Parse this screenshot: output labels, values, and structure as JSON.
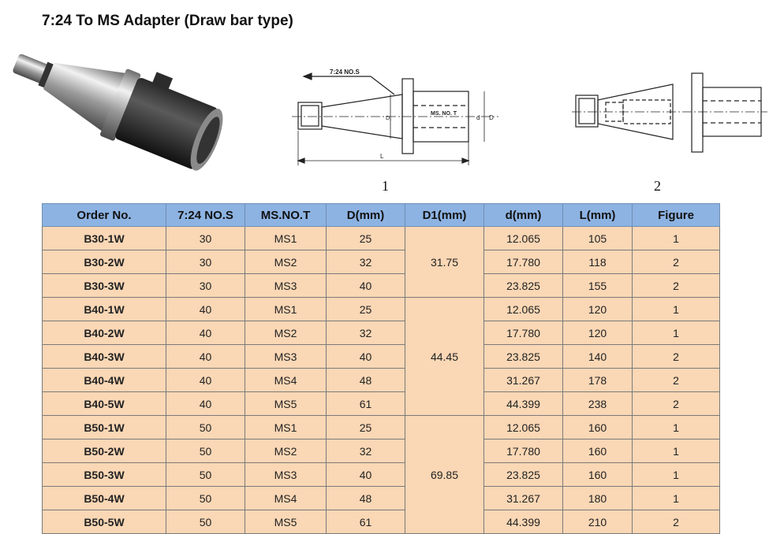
{
  "title": "7:24 To MS Adapter  (Draw bar type)",
  "drawing1": {
    "figure_label": "1",
    "label_taper": "7:24 NO.S",
    "label_ms": "MS. NO. T",
    "label_d1": "D₁",
    "label_d": "d",
    "label_D": "D",
    "label_L": "L"
  },
  "drawing2": {
    "figure_label": "2"
  },
  "table": {
    "headers": [
      "Order No.",
      "7:24 NO.S",
      "MS.NO.T",
      "D(mm)",
      "D1(mm)",
      "d(mm)",
      "L(mm)",
      "Figure"
    ],
    "d1_groups": [
      "31.75",
      "44.45",
      "69.85"
    ],
    "rows": [
      {
        "order": "B30-1W",
        "taper": "30",
        "ms": "MS1",
        "D": "25",
        "d": "12.065",
        "L": "105",
        "fig": "1"
      },
      {
        "order": "B30-2W",
        "taper": "30",
        "ms": "MS2",
        "D": "32",
        "d": "17.780",
        "L": "118",
        "fig": "2"
      },
      {
        "order": "B30-3W",
        "taper": "30",
        "ms": "MS3",
        "D": "40",
        "d": "23.825",
        "L": "155",
        "fig": "2"
      },
      {
        "order": "B40-1W",
        "taper": "40",
        "ms": "MS1",
        "D": "25",
        "d": "12.065",
        "L": "120",
        "fig": "1"
      },
      {
        "order": "B40-2W",
        "taper": "40",
        "ms": "MS2",
        "D": "32",
        "d": "17.780",
        "L": "120",
        "fig": "1"
      },
      {
        "order": "B40-3W",
        "taper": "40",
        "ms": "MS3",
        "D": "40",
        "d": "23.825",
        "L": "140",
        "fig": "2"
      },
      {
        "order": "B40-4W",
        "taper": "40",
        "ms": "MS4",
        "D": "48",
        "d": "31.267",
        "L": "178",
        "fig": "2"
      },
      {
        "order": "B40-5W",
        "taper": "40",
        "ms": "MS5",
        "D": "61",
        "d": "44.399",
        "L": "238",
        "fig": "2"
      },
      {
        "order": "B50-1W",
        "taper": "50",
        "ms": "MS1",
        "D": "25",
        "d": "12.065",
        "L": "160",
        "fig": "1"
      },
      {
        "order": "B50-2W",
        "taper": "50",
        "ms": "MS2",
        "D": "32",
        "d": "17.780",
        "L": "160",
        "fig": "1"
      },
      {
        "order": "B50-3W",
        "taper": "50",
        "ms": "MS3",
        "D": "40",
        "d": "23.825",
        "L": "160",
        "fig": "1"
      },
      {
        "order": "B50-4W",
        "taper": "50",
        "ms": "MS4",
        "D": "48",
        "d": "31.267",
        "L": "180",
        "fig": "1"
      },
      {
        "order": "B50-5W",
        "taper": "50",
        "ms": "MS5",
        "D": "61",
        "d": "44.399",
        "L": "210",
        "fig": "2"
      }
    ]
  }
}
